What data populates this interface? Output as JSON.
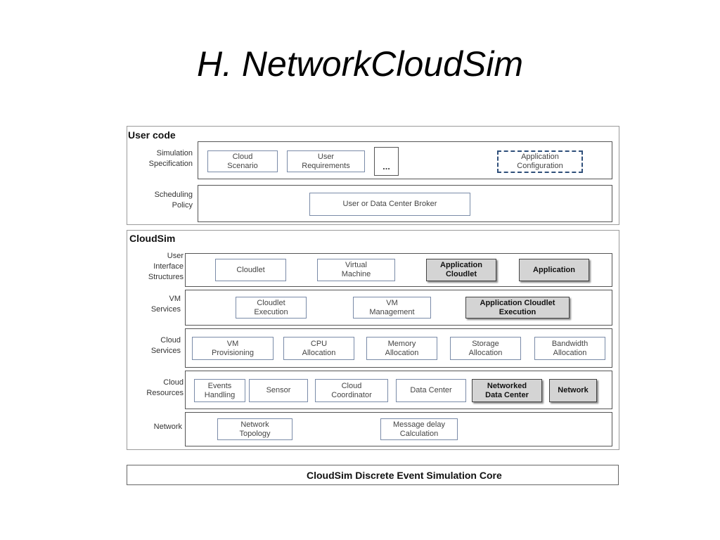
{
  "title": "H. NetworkCloudSim",
  "user_code": {
    "title": "User code",
    "rows": {
      "simulation": {
        "label": "Simulation\nSpecification",
        "boxes": {
          "cloud_scenario": "Cloud\nScenario",
          "user_requirements": "User\nRequirements",
          "ellipsis": "...",
          "application_configuration": "Application\nConfiguration"
        }
      },
      "scheduling": {
        "label": "Scheduling\nPolicy",
        "boxes": {
          "broker": "User or Data Center Broker"
        }
      }
    }
  },
  "cloudsim": {
    "title": "CloudSim",
    "rows": {
      "ui_structures": {
        "label": "User\nInterface\nStructures",
        "boxes": {
          "cloudlet": "Cloudlet",
          "virtual_machine": "Virtual\nMachine",
          "application_cloudlet": "Application\nCloudlet",
          "application": "Application"
        }
      },
      "vm_services": {
        "label": "VM\nServices",
        "boxes": {
          "cloudlet_execution": "Cloudlet\nExecution",
          "vm_management": "VM\nManagement",
          "application_cloudlet_execution": "Application Cloudlet\nExecution"
        }
      },
      "cloud_services": {
        "label": "Cloud\nServices",
        "boxes": {
          "vm_provisioning": "VM\nProvisioning",
          "cpu_allocation": "CPU\nAllocation",
          "memory_allocation": "Memory\nAllocation",
          "storage_allocation": "Storage\nAllocation",
          "bandwidth_allocation": "Bandwidth\nAllocation"
        }
      },
      "cloud_resources": {
        "label": "Cloud\nResources",
        "boxes": {
          "events_handling": "Events\nHandling",
          "sensor": "Sensor",
          "cloud_coordinator": "Cloud\nCoordinator",
          "data_center": "Data Center",
          "networked_data_center": "Networked\nData Center",
          "network": "Network"
        }
      },
      "network": {
        "label": "Network",
        "boxes": {
          "network_topology": "Network\nTopology",
          "message_delay": "Message delay\nCalculation"
        }
      }
    }
  },
  "core": {
    "label": "CloudSim Discrete Event Simulation Core"
  }
}
